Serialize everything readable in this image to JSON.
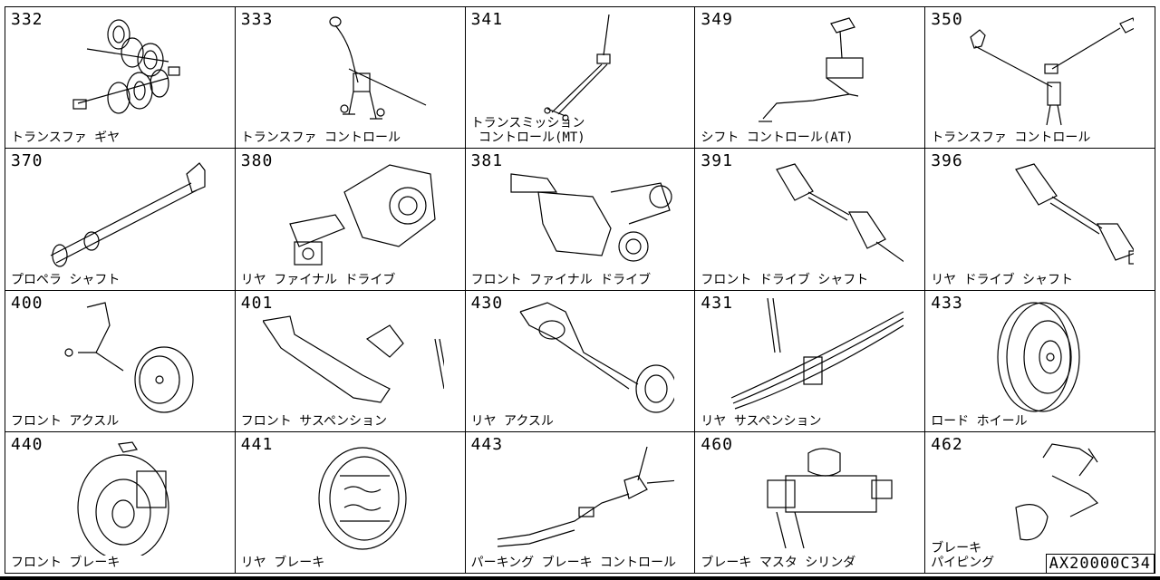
{
  "cells": [
    {
      "code": "332",
      "label": "トランスファ ギヤ",
      "icon": "transfer-gear"
    },
    {
      "code": "333",
      "label": "トランスファ コントロール",
      "icon": "transfer-control-lever"
    },
    {
      "code": "341",
      "label": "トランスミッション\n コントロール(MT)",
      "icon": "transmission-control-rod"
    },
    {
      "code": "349",
      "label": "シフト コントロール(AT)",
      "icon": "shift-control-at"
    },
    {
      "code": "350",
      "label": "トランスファ コントロール",
      "icon": "transfer-control-fork"
    },
    {
      "code": "370",
      "label": "プロペラ シャフト",
      "icon": "propeller-shaft"
    },
    {
      "code": "380",
      "label": "リヤ ファイナル ドライブ",
      "icon": "rear-final-drive"
    },
    {
      "code": "381",
      "label": "フロント ファイナル ドライブ",
      "icon": "front-final-drive"
    },
    {
      "code": "391",
      "label": "フロント ドライブ シャフト",
      "icon": "front-drive-shaft"
    },
    {
      "code": "396",
      "label": "リヤ ドライブ シャフト",
      "icon": "rear-drive-shaft"
    },
    {
      "code": "400",
      "label": "フロント アクスル",
      "icon": "front-axle"
    },
    {
      "code": "401",
      "label": "フロント サスペンション",
      "icon": "front-suspension"
    },
    {
      "code": "430",
      "label": "リヤ アクスル",
      "icon": "rear-axle"
    },
    {
      "code": "431",
      "label": "リヤ サスペンション",
      "icon": "rear-suspension"
    },
    {
      "code": "433",
      "label": "ロード ホイール",
      "icon": "road-wheel"
    },
    {
      "code": "440",
      "label": "フロント ブレーキ",
      "icon": "front-brake"
    },
    {
      "code": "441",
      "label": "リヤ ブレーキ",
      "icon": "rear-brake"
    },
    {
      "code": "443",
      "label": "パーキング ブレーキ コントロール",
      "icon": "parking-brake-control"
    },
    {
      "code": "460",
      "label": "ブレーキ マスタ シリンダ",
      "icon": "brake-master-cylinder"
    },
    {
      "code": "462",
      "label": "ブレーキ\nパイピング",
      "icon": "brake-piping"
    }
  ],
  "footer": {
    "code": "AX20000C34"
  }
}
